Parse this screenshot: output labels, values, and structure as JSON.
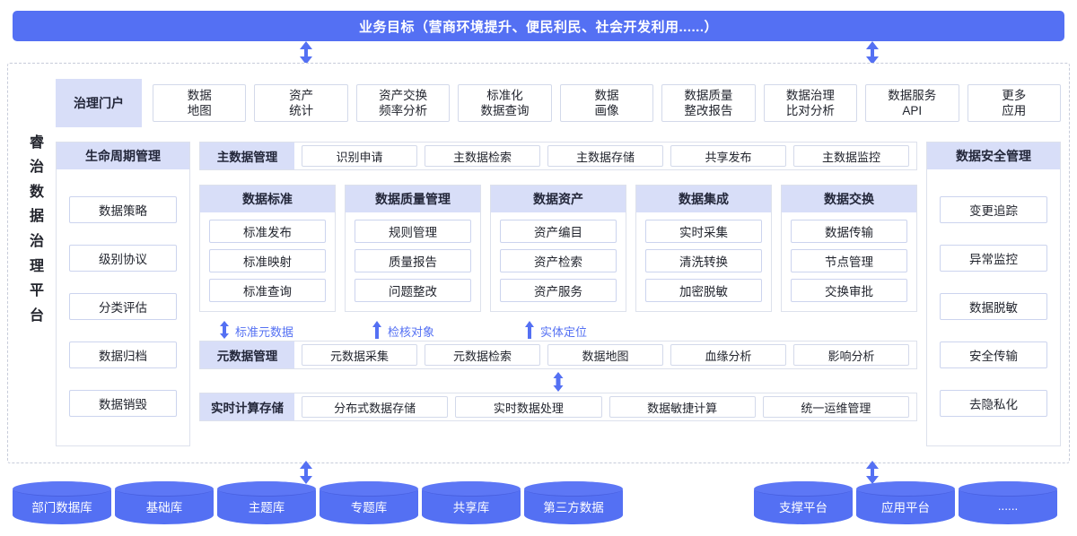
{
  "goal": {
    "label": "业务目标（营商环境提升、便民利民、社会开发利用......）"
  },
  "platform": {
    "title_chars": [
      "睿",
      "治",
      "数",
      "据",
      "治",
      "理",
      "平",
      "台"
    ],
    "title": "睿治数据治理平台"
  },
  "portal": {
    "label": "治理门户",
    "items": [
      {
        "line1": "数据",
        "line2": "地图"
      },
      {
        "line1": "资产",
        "line2": "统计"
      },
      {
        "line1": "资产交换",
        "line2": "频率分析"
      },
      {
        "line1": "标准化",
        "line2": "数据查询"
      },
      {
        "line1": "数据",
        "line2": "画像"
      },
      {
        "line1": "数据质量",
        "line2": "整改报告"
      },
      {
        "line1": "数据治理",
        "line2": "比对分析"
      },
      {
        "line1": "数据服务",
        "line2": "API"
      },
      {
        "line1": "更多",
        "line2": "应用"
      }
    ]
  },
  "lifecycle": {
    "title": "生命周期管理",
    "items": [
      "数据策略",
      "级别协议",
      "分类评估",
      "数据归档",
      "数据销毁"
    ]
  },
  "security": {
    "title": "数据安全管理",
    "items": [
      "变更追踪",
      "异常监控",
      "数据脱敏",
      "安全传输",
      "去隐私化"
    ]
  },
  "master_data": {
    "label": "主数据管理",
    "items": [
      "识别申请",
      "主数据检索",
      "主数据存储",
      "共享发布",
      "主数据监控"
    ]
  },
  "domains": [
    {
      "title": "数据标准",
      "items": [
        "标准发布",
        "标准映射",
        "标准查询"
      ]
    },
    {
      "title": "数据质量管理",
      "items": [
        "规则管理",
        "质量报告",
        "问题整改"
      ]
    },
    {
      "title": "数据资产",
      "items": [
        "资产编目",
        "资产检索",
        "资产服务"
      ]
    },
    {
      "title": "数据集成",
      "items": [
        "实时采集",
        "清洗转换",
        "加密脱敏"
      ]
    },
    {
      "title": "数据交换",
      "items": [
        "数据传输",
        "节点管理",
        "交换审批"
      ]
    }
  ],
  "annotations": [
    {
      "label": "标准元数据",
      "direction": "both"
    },
    {
      "label": "检核对象",
      "direction": "up"
    },
    {
      "label": "实体定位",
      "direction": "up"
    }
  ],
  "metadata": {
    "label": "元数据管理",
    "items": [
      "元数据采集",
      "元数据检索",
      "数据地图",
      "血缘分析",
      "影响分析"
    ]
  },
  "compute": {
    "label": "实时计算存储",
    "items": [
      "分布式数据存储",
      "实时数据处理",
      "数据敏捷计算",
      "统一运维管理"
    ]
  },
  "sources_left": [
    "部门数据库",
    "基础库",
    "主题库",
    "专题库",
    "共享库",
    "第三方数据"
  ],
  "sources_right": [
    "支撑平台",
    "应用平台",
    "......"
  ],
  "colors": {
    "accent": "#5470F3",
    "head_fill": "#d8def8",
    "cell_border": "#d3d9ea",
    "text": "#23262f"
  }
}
